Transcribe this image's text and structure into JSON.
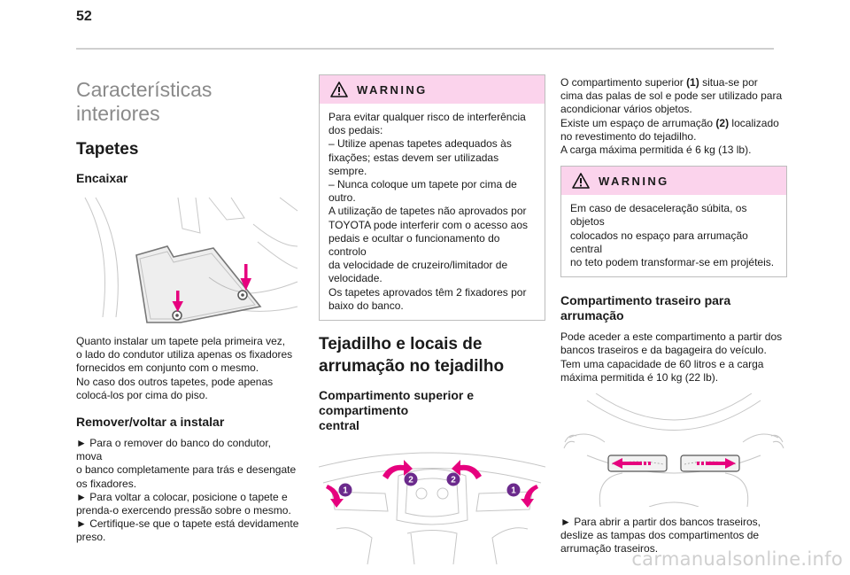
{
  "page": {
    "number": "52"
  },
  "section_title": "Características interiores",
  "col1": {
    "heading": "Tapetes",
    "sub1": "Encaixar",
    "para1": "Quanto instalar um tapete pela primeira vez,\no lado do condutor utiliza apenas os fixadores\nfornecidos em conjunto com o mesmo.\nNo caso dos outros tapetes, pode apenas\ncolocá-los por cima do piso.",
    "sub2": "Remover/voltar a instalar",
    "para2": "► Para o remover do banco do condutor, mova\no banco completamente para trás e desengate\nos fixadores.\n► Para voltar a colocar, posicione o tapete e\nprenda-o exercendo pressão sobre o mesmo.\n► Certifique-se que o tapete está devidamente\npreso."
  },
  "col2": {
    "warning_label": "WARNING",
    "warning_text": "Para evitar qualquer risco de interferência\ndos pedais:\n– Utilize apenas tapetes adequados às\nfixações; estas devem ser utilizadas sempre.\n– Nunca coloque um tapete por cima de\noutro.\nA utilização de tapetes não aprovados por\nTOYOTA pode interferir com o acesso aos\npedais e ocultar o funcionamento do controlo\nda velocidade de cruzeiro/limitador de\nvelocidade.\nOs tapetes aprovados têm 2 fixadores por\nbaixo do banco.",
    "heading": "Tejadilho e locais de\narrumação no tejadilho",
    "sub1": "Compartimento superior e compartimento\ncentral",
    "callouts": [
      "1",
      "2",
      "2",
      "1"
    ]
  },
  "col3": {
    "para_a": "O compartimento superior ",
    "num1": "(1)",
    "para_b": " situa-se por\ncima das palas de sol e pode ser utilizado para\nacondicionar vários objetos.\nExiste um espaço de arrumação ",
    "num2": "(2)",
    "para_c": " localizado\nno revestimento do tejadilho.\nA carga máxima permitida é 6 kg (13 lb).",
    "warning_label": "WARNING",
    "warning_text": "Em caso de desaceleração súbita, os objetos\ncolocados no espaço para arrumação central\nno teto podem transformar-se em projéteis.",
    "sub1": "Compartimento traseiro para arrumação",
    "para2": "Pode aceder a este compartimento a partir dos\nbancos traseiros e da bagageira do veículo.\nTem uma capacidade de 60 litros e a carga\nmáxima permitida é 10 kg (22 lb).",
    "para3": "► Para abrir a partir dos bancos traseiros,\ndeslize as tampas dos compartimentos de\narrumação traseiros."
  },
  "watermark": "carmanualsonline.info",
  "colors": {
    "warning_bg": "#fbd3ec",
    "arrow_pink": "#e6007e",
    "callout_purple": "#6b2a8c"
  },
  "icons": [
    "warning-triangle-icon",
    "arrow-down-icon",
    "curved-arrow-icon",
    "slide-arrow-icon"
  ]
}
